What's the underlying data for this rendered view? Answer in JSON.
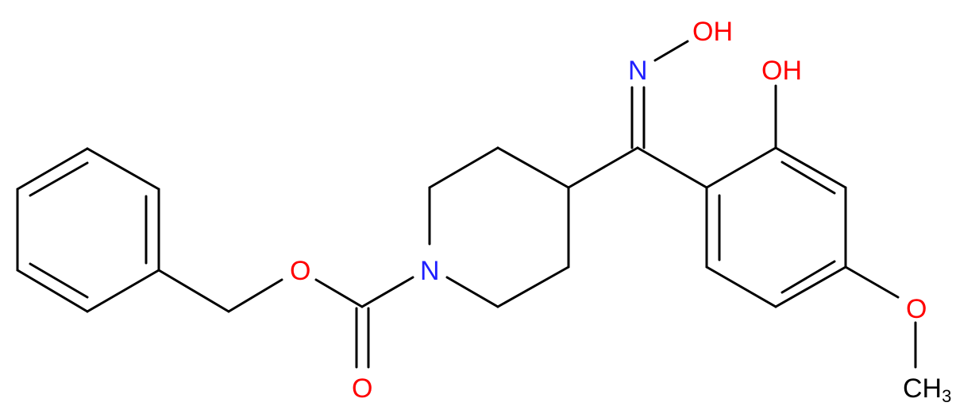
{
  "molecule": {
    "atoms": {
      "oxime_oh": "OH",
      "oxime_n": "N",
      "phenol_oh": "OH",
      "ester_o": "O",
      "ring_n": "N",
      "carbonyl_o": "O",
      "methoxy_o": "O",
      "methyl": "CH",
      "methyl_subscript": "3"
    },
    "colors": {
      "bond": "#000000",
      "oxygen": "#ff0000",
      "nitrogen": "#2020ff",
      "carbon_label": "#000000",
      "background": "#ffffff"
    }
  }
}
